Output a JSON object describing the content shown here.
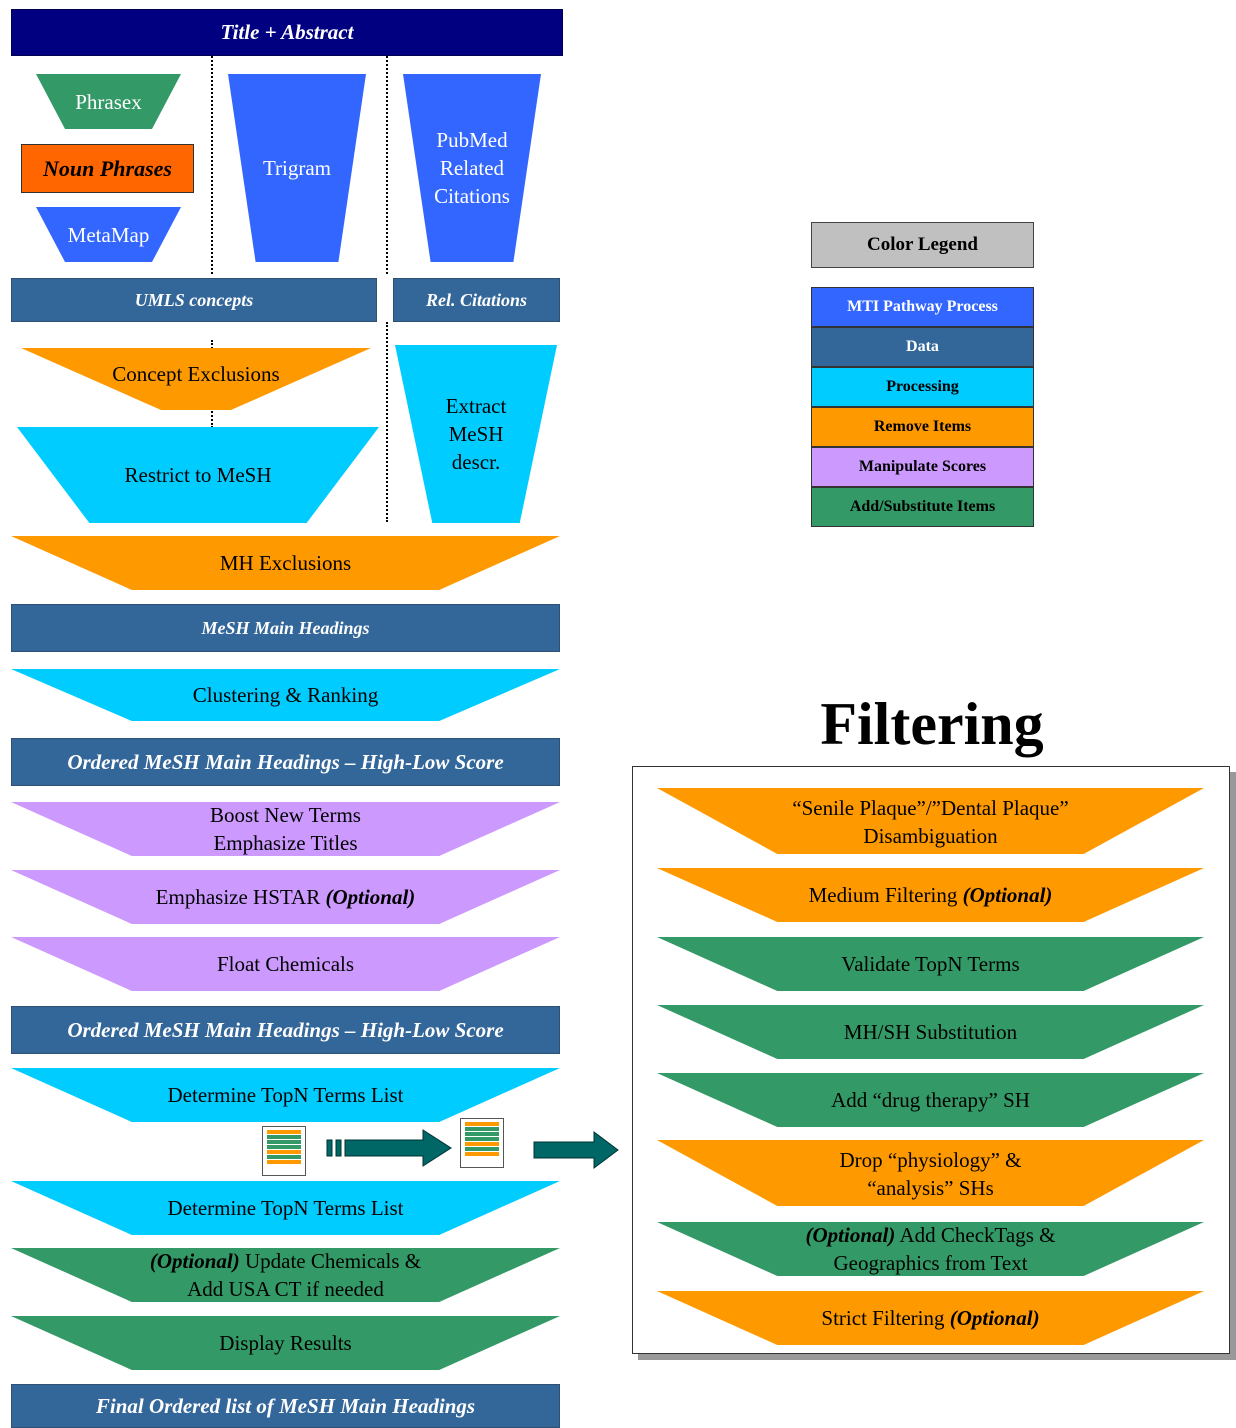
{
  "colors": {
    "navy": "#000080",
    "data": "#336699",
    "pathway": "#3366FF",
    "processing": "#00CCFF",
    "remove": "#FF9900",
    "manipulate": "#CC99FF",
    "add": "#339966",
    "noun": "#FF6600",
    "legend_header": "#C0C0C0"
  },
  "pipeline": {
    "title_abstract": "Title + Abstract",
    "phrasex": "Phrasex",
    "noun_phrases": "Noun Phrases",
    "metamap": "MetaMap",
    "trigram": "Trigram",
    "pubmed": "PubMed Related Citations",
    "umls_concepts": "UMLS concepts",
    "rel_citations": "Rel. Citations",
    "concept_exclusions": "Concept Exclusions",
    "restrict_mesh": "Restrict to MeSH",
    "extract_mesh": "Extract MeSH descr.",
    "mh_exclusions": "MH Exclusions",
    "mesh_main_headings": "MeSH Main Headings",
    "clustering": "Clustering & Ranking",
    "ordered_1": "Ordered MeSH Main Headings – High-Low Score",
    "boost_1": "Boost New Terms",
    "boost_2": "Emphasize Titles",
    "hstar": "Emphasize HSTAR",
    "hstar_opt": "(Optional)",
    "float_chem": "Float Chemicals",
    "ordered_2": "Ordered MeSH Main Headings – High-Low Score",
    "topn_1": "Determine TopN Terms List",
    "topn_2": "Determine TopN Terms List",
    "update_opt": "(Optional)",
    "update_1": "Update Chemicals &",
    "update_2": "Add USA CT if needed",
    "display": "Display Results",
    "final": "Final Ordered list of MeSH Main Headings"
  },
  "legend": {
    "title": "Color Legend",
    "items": [
      "MTI Pathway Process",
      "Data",
      "Processing",
      "Remove Items",
      "Manipulate Scores",
      "Add/Substitute Items"
    ]
  },
  "filtering": {
    "heading": "Filtering",
    "senile_1": "“Senile Plaque”/”Dental Plaque”",
    "senile_2": "Disambiguation",
    "medium": "Medium Filtering",
    "medium_opt": "(Optional)",
    "validate": "Validate TopN Terms",
    "mhsh": "MH/SH Substitution",
    "drug": "Add “drug therapy” SH",
    "drop_1": "Drop “physiology” &",
    "drop_2": "“analysis” SHs",
    "checktags_opt": "(Optional)",
    "checktags_1": "Add CheckTags &",
    "checktags_2": "Geographics from Text",
    "strict": "Strict Filtering",
    "strict_opt": "(Optional)"
  }
}
